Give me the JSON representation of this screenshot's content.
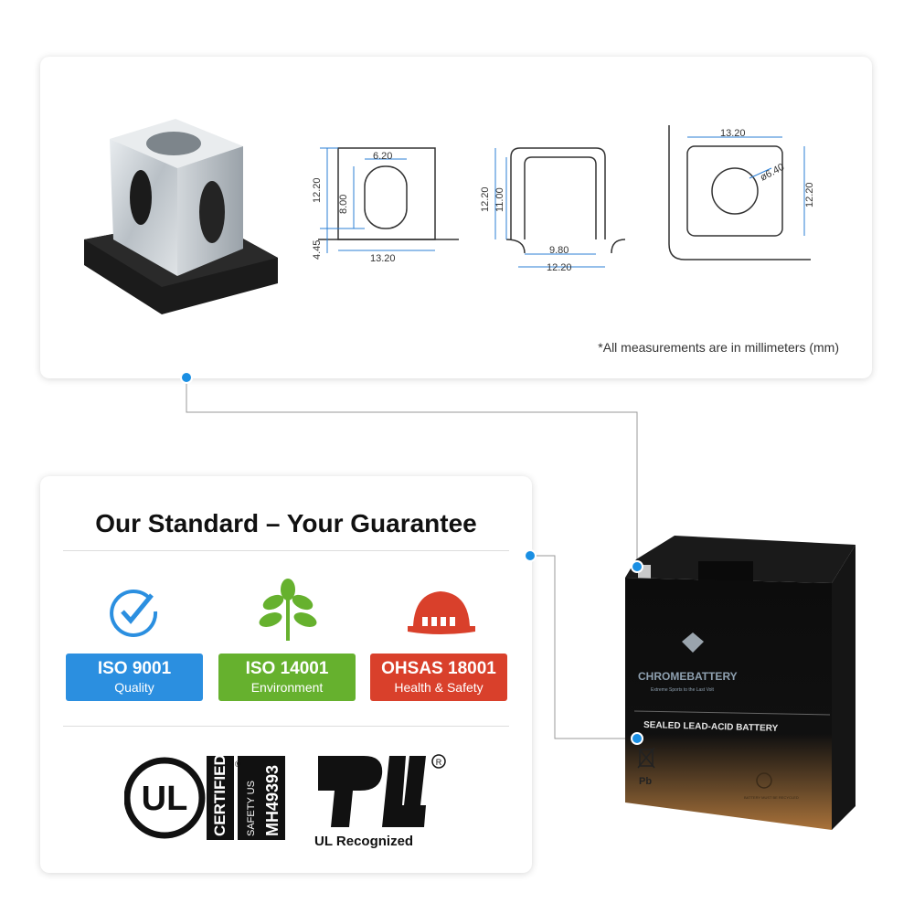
{
  "terminal": {
    "note": "*All measurements are in millimeters (mm)",
    "drawing_front": {
      "hole_width": "6.20",
      "hole_height": "8.00",
      "height": "12.20",
      "base_offset": "4.45",
      "width": "13.20"
    },
    "drawing_side": {
      "height": "12.20",
      "inner_height": "11.00",
      "inner_width": "9.80",
      "width": "12.20"
    },
    "drawing_top": {
      "width": "13.20",
      "diameter": "ø6.40",
      "height": "12.20"
    }
  },
  "standard": {
    "title": "Our Standard – Your Guarantee",
    "badges": [
      {
        "code": "ISO 9001",
        "label": "Quality",
        "color": "#2b8fe0",
        "icon": "check-circle-icon"
      },
      {
        "code": "ISO 14001",
        "label": "Environment",
        "color": "#66b12e",
        "icon": "leaf-plant-icon"
      },
      {
        "code": "OHSAS 18001",
        "label": "Health & Safety",
        "color": "#d9402b",
        "icon": "hard-hat-icon"
      }
    ],
    "ul_certified": {
      "mark": "UL",
      "certified": "CERTIFIED",
      "safety": "SAFETY US",
      "number": "MH49393"
    },
    "ul_recognized": {
      "label": "UL Recognized"
    }
  },
  "battery": {
    "brand": "CHROMEBATTERY",
    "tagline": "Extreme Sports to the Last Volt",
    "type_label": "SEALED LEAD-ACID BATTERY",
    "pb": "Pb",
    "recycle_note": "BATTERY MUST BE RECYCLED"
  },
  "colors": {
    "accent_blue": "#1a8fe3",
    "dimension_blue": "#2b7fd6"
  }
}
